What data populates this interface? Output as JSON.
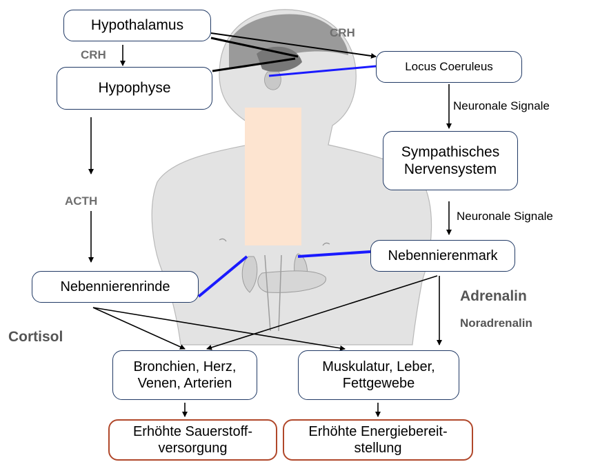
{
  "boxes": {
    "hypothalamus": "Hypothalamus",
    "hypophyse": "Hypophyse",
    "locus_coeruleus": "Locus Coeruleus",
    "sympathisches_nervensystem": "Sympathisches\nNervensystem",
    "nebennierenmark": "Nebennierenmark",
    "nebennierenrinde": "Nebennierenrinde",
    "bronchien": "Bronchien, Herz,\nVenen, Arterien",
    "muskulatur": "Muskulatur, Leber,\nFettgewebe",
    "sauerstoff": "Erhöhte Sauerstoff-\nversorgung",
    "energie": "Erhöhte Energiebereit-\nstellung"
  },
  "labels": {
    "crh_top": "CRH",
    "crh_left": "CRH",
    "acth": "ACTH",
    "neuronale_1": "Neuronale Signale",
    "neuronale_2": "Neuronale Signale",
    "adrenalin": "Adrenalin",
    "noradrenalin": "Noradrenalin",
    "cortisol": "Cortisol"
  },
  "colors": {
    "box_border": "#1f3864",
    "outcome_border": "#b0472a",
    "connector_blue": "#1a1aff",
    "body_fill": "#e3e3e3",
    "column_fill": "#fde4d0"
  }
}
